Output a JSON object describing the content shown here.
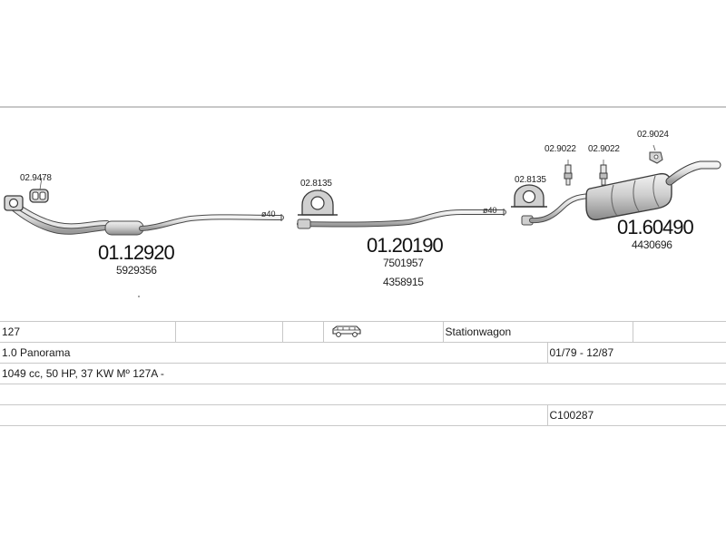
{
  "parts": {
    "front_pipe": {
      "ref": "01.12920",
      "oem": [
        "5929356"
      ]
    },
    "center_pipe": {
      "ref": "01.20190",
      "oem": [
        "7501957",
        "4358915"
      ]
    },
    "rear_silencer": {
      "ref": "01.60490",
      "oem": [
        "4430696"
      ]
    },
    "gasket_front": "02.9478",
    "clamp_mid": "02.8135",
    "clamp_rear": "02.8135",
    "hanger_a": "02.9022",
    "hanger_b": "02.9022",
    "hanger_c": "02.9024",
    "pipe_diameter_1": "ø40",
    "pipe_diameter_2": "ø40"
  },
  "vehicle": {
    "model": "127",
    "body_icon": "station-wagon-car-icon",
    "body_type": "Stationwagon",
    "variant": "1.0 Panorama",
    "years": "01/79 - 12/87",
    "engine": "1049 cc, 50 HP, 37 KW Mº 127A -",
    "code": "C100287"
  },
  "colors": {
    "line": "#4a4a4a",
    "part_fill": "#e6e6e6",
    "grid": "#c8c8c8"
  }
}
